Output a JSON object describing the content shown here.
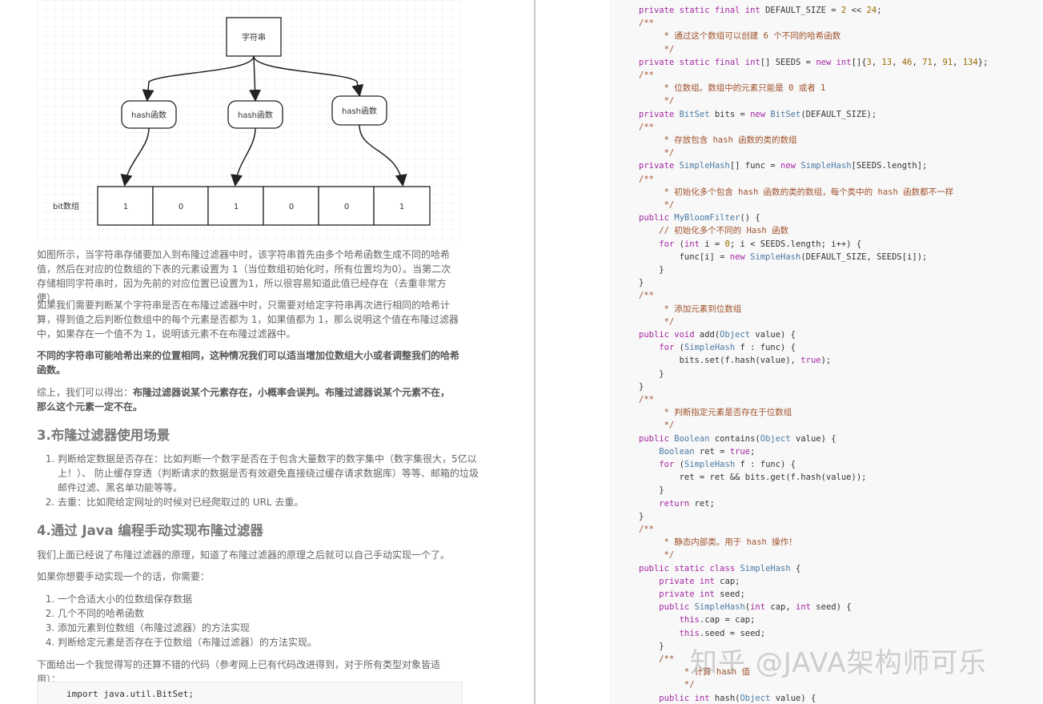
{
  "diagram": {
    "source_label": "字符串",
    "hash_labels": [
      "hash函数",
      "hash函数",
      "hash函数"
    ],
    "array_label": "bit数组",
    "bits": [
      "1",
      "0",
      "1",
      "0",
      "0",
      "1"
    ]
  },
  "left": {
    "p1": "如图所示，当字符串存储要加入到布隆过滤器中时，该字符串首先由多个哈希函数生成不同的哈希值，然后在对应的位数组的下表的元素设置为 1（当位数组初始化时，所有位置均为0）。当第二次存储相同字符串时，因为先前的对应位置已设置为1，所以很容易知道此值已经存在（去重非常方便）。",
    "p2": "如果我们需要判断某个字符串是否在布隆过滤器中时，只需要对给定字符串再次进行相同的哈希计算，得到值之后判断位数组中的每个元素是否都为 1，如果值都为 1，那么说明这个值在布隆过滤器中，如果存在一个值不为 1，说明该元素不在布隆过滤器中。",
    "p3": "不同的字符串可能哈希出来的位置相同，这种情况我们可以适当增加位数组大小或者调整我们的哈希函数。",
    "p4_prefix": "综上，我们可以得出：",
    "p4_bold": "布隆过滤器说某个元素存在，小概率会误判。布隆过滤器说某个元素不在，那么这个元素一定不在。",
    "h_scenes": "3.布隆过滤器使用场景",
    "scenes": [
      "判断给定数据是否存在：比如判断一个数字是否在于包含大量数字的数字集中（数字集很大，5亿以上！）、 防止缓存穿透（判断请求的数据是否有效避免直接绕过缓存请求数据库）等等、邮箱的垃圾邮件过滤、黑名单功能等等。",
      "去重：比如爬给定网址的时候对已经爬取过的 URL 去重。"
    ],
    "h_java": "4.通过 Java 编程手动实现布隆过滤器",
    "p5": "我们上面已经说了布隆过滤器的原理，知道了布隆过滤器的原理之后就可以自己手动实现一个了。",
    "p6": "如果你想要手动实现一个的话，你需要：",
    "needs": [
      "一个合适大小的位数组保存数据",
      "几个不同的哈希函数",
      "添加元素到位数组（布隆过滤器）的方法实现",
      "判断给定元素是否存在于位数组（布隆过滤器）的方法实现。"
    ],
    "p7": "下面给出一个我觉得写的还算不错的代码（参考网上已有代码改进得到，对于所有类型对象皆适用）：",
    "code_first": "import java.util.BitSet;"
  },
  "code_lines": [
    "private static final int DEFAULT_SIZE = 2 << 24;",
    "/**",
    "     * 通过这个数组可以创建 6 个不同的哈希函数",
    "     */",
    "private static final int[] SEEDS = new int[]{3, 13, 46, 71, 91, 134};",
    "/**",
    "     * 位数组。数组中的元素只能是 0 或者 1",
    "     */",
    "private BitSet bits = new BitSet(DEFAULT_SIZE);",
    "/**",
    "     * 存放包含 hash 函数的类的数组",
    "     */",
    "private SimpleHash[] func = new SimpleHash[SEEDS.length];",
    "/**",
    "     * 初始化多个包含 hash 函数的类的数组，每个类中的 hash 函数都不一样",
    "     */",
    "public MyBloomFilter() {",
    "    // 初始化多个不同的 Hash 函数",
    "    for (int i = 0; i < SEEDS.length; i++) {",
    "        func[i] = new SimpleHash(DEFAULT_SIZE, SEEDS[i]);",
    "    }",
    "}",
    "/**",
    "     * 添加元素到位数组",
    "     */",
    "public void add(Object value) {",
    "    for (SimpleHash f : func) {",
    "        bits.set(f.hash(value), true);",
    "    }",
    "}",
    "/**",
    "     * 判断指定元素是否存在于位数组",
    "     */",
    "public Boolean contains(Object value) {",
    "    Boolean ret = true;",
    "    for (SimpleHash f : func) {",
    "        ret = ret && bits.get(f.hash(value));",
    "    }",
    "    return ret;",
    "}",
    "/**",
    "     * 静态内部类。用于 hash 操作！",
    "     */",
    "public static class SimpleHash {",
    "    private int cap;",
    "    private int seed;",
    "    public SimpleHash(int cap, int seed) {",
    "        this.cap = cap;",
    "        this.seed = seed;",
    "    }",
    "    /**",
    "         * 计算 hash 值",
    "         */",
    "    public int hash(Object value) {"
  ],
  "watermark": "知乎 @JAVA架构师可乐"
}
